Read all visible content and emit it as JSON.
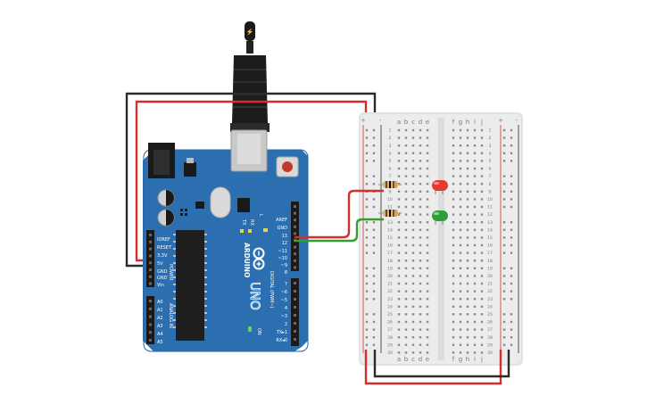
{
  "arduino": {
    "brand": "ARDUINO",
    "model": "UNO",
    "board_color": "#2b6fb0",
    "power_header_title": "POWER",
    "analog_header_title": "ANALOG IN",
    "digital_header_title": "DIGITAL (PWM~)",
    "power_pins": [
      "IOREF",
      "RESET",
      "3.3V",
      "5V",
      "GND",
      "GND",
      "Vin"
    ],
    "analog_pins": [
      "A0",
      "A1",
      "A2",
      "A3",
      "A4",
      "A5"
    ],
    "digital_top_pins": [
      "AREF",
      "GND",
      "13",
      "12",
      "~11",
      "~10",
      "~9",
      "8"
    ],
    "digital_bottom_pins": [
      "7",
      "~6",
      "~5",
      "4",
      "~3",
      "2",
      "TX▸1",
      "RX◂0"
    ],
    "led_labels": [
      "L",
      "TX",
      "RX"
    ],
    "on_label": "ON"
  },
  "breadboard": {
    "column_letters_left": [
      "a",
      "b",
      "c",
      "d",
      "e"
    ],
    "column_letters_right": [
      "f",
      "g",
      "h",
      "i",
      "j"
    ],
    "rows": 30,
    "rail_plus": "+",
    "rail_minus": "-"
  },
  "components": {
    "led_red_color": "#e53935",
    "led_green_color": "#2e9e3a",
    "resistor_bands": [
      "#8b4513",
      "#000000",
      "#8b4513",
      "#c9a227"
    ]
  },
  "wires": {
    "red": "#d32f2f",
    "black": "#2b2b2b",
    "green": "#33a02c"
  }
}
